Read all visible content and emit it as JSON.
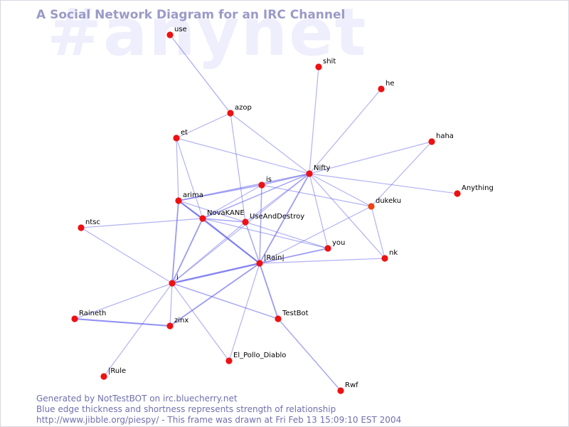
{
  "watermark": "#anynet",
  "title": "A Social Network Diagram for an IRC Channel",
  "colors": {
    "node": "#ee1111",
    "node_alt": "#ee4411",
    "edge": "#6666ee",
    "text_light": "#7070b0"
  },
  "nodes": [
    {
      "id": "use"
    },
    {
      "id": "shit"
    },
    {
      "id": "he"
    },
    {
      "id": "azop"
    },
    {
      "id": "et"
    },
    {
      "id": "haha"
    },
    {
      "id": "Nifty"
    },
    {
      "id": "is"
    },
    {
      "id": "Anything"
    },
    {
      "id": "arima"
    },
    {
      "id": "dukeku",
      "alt": true
    },
    {
      "id": "NovaKANE"
    },
    {
      "id": "UseAndDestroy"
    },
    {
      "id": "ntsc"
    },
    {
      "id": "you"
    },
    {
      "id": "nk"
    },
    {
      "id": "|Rain|"
    },
    {
      "id": "i"
    },
    {
      "id": "Raineth"
    },
    {
      "id": "TestBot"
    },
    {
      "id": "zinx"
    },
    {
      "id": "El_Pollo_Diablo"
    },
    {
      "id": "|Rule"
    },
    {
      "id": "Rwf"
    }
  ],
  "edges": [
    {
      "source": "use",
      "target": "azop",
      "weight": 1.2
    },
    {
      "source": "azop",
      "target": "et",
      "weight": 1
    },
    {
      "source": "azop",
      "target": "Nifty",
      "weight": 1
    },
    {
      "source": "azop",
      "target": "UseAndDestroy",
      "weight": 1
    },
    {
      "source": "et",
      "target": "Nifty",
      "weight": 1
    },
    {
      "source": "et",
      "target": "arima",
      "weight": 1
    },
    {
      "source": "et",
      "target": "NovaKANE",
      "weight": 1
    },
    {
      "source": "shit",
      "target": "Nifty",
      "weight": 1
    },
    {
      "source": "he",
      "target": "Nifty",
      "weight": 1
    },
    {
      "source": "haha",
      "target": "Nifty",
      "weight": 1
    },
    {
      "source": "haha",
      "target": "dukeku",
      "weight": 1
    },
    {
      "source": "Nifty",
      "target": "Anything",
      "weight": 1
    },
    {
      "source": "Nifty",
      "target": "is",
      "weight": 1.5
    },
    {
      "source": "Nifty",
      "target": "arima",
      "weight": 1.5
    },
    {
      "source": "Nifty",
      "target": "NovaKANE",
      "weight": 1.5
    },
    {
      "source": "Nifty",
      "target": "UseAndDestroy",
      "weight": 1
    },
    {
      "source": "Nifty",
      "target": "dukeku",
      "weight": 1
    },
    {
      "source": "Nifty",
      "target": "you",
      "weight": 1
    },
    {
      "source": "Nifty",
      "target": "nk",
      "weight": 1
    },
    {
      "source": "Nifty",
      "target": "|Rain|",
      "weight": 2
    },
    {
      "source": "Nifty",
      "target": "i",
      "weight": 1
    },
    {
      "source": "is",
      "target": "arima",
      "weight": 1.5
    },
    {
      "source": "is",
      "target": "NovaKANE",
      "weight": 1
    },
    {
      "source": "is",
      "target": "|Rain|",
      "weight": 1.5
    },
    {
      "source": "is",
      "target": "dukeku",
      "weight": 1
    },
    {
      "source": "arima",
      "target": "NovaKANE",
      "weight": 2
    },
    {
      "source": "arima",
      "target": "UseAndDestroy",
      "weight": 1
    },
    {
      "source": "arima",
      "target": "|Rain|",
      "weight": 2
    },
    {
      "source": "arima",
      "target": "i",
      "weight": 2
    },
    {
      "source": "NovaKANE",
      "target": "ntsc",
      "weight": 1
    },
    {
      "source": "NovaKANE",
      "target": "UseAndDestroy",
      "weight": 1.5
    },
    {
      "source": "NovaKANE",
      "target": "you",
      "weight": 1
    },
    {
      "source": "NovaKANE",
      "target": "|Rain|",
      "weight": 2
    },
    {
      "source": "NovaKANE",
      "target": "i",
      "weight": 2
    },
    {
      "source": "UseAndDestroy",
      "target": "|Rain|",
      "weight": 1.5
    },
    {
      "source": "UseAndDestroy",
      "target": "i",
      "weight": 1
    },
    {
      "source": "UseAndDestroy",
      "target": "you",
      "weight": 1
    },
    {
      "source": "dukeku",
      "target": "|Rain|",
      "weight": 1
    },
    {
      "source": "dukeku",
      "target": "nk",
      "weight": 1
    },
    {
      "source": "|Rain|",
      "target": "you",
      "weight": 2
    },
    {
      "source": "|Rain|",
      "target": "nk",
      "weight": 1
    },
    {
      "source": "|Rain|",
      "target": "i",
      "weight": 3
    },
    {
      "source": "|Rain|",
      "target": "zinx",
      "weight": 2
    },
    {
      "source": "|Rain|",
      "target": "TestBot",
      "weight": 2
    },
    {
      "source": "|Rain|",
      "target": "El_Pollo_Diablo",
      "weight": 1
    },
    {
      "source": "ntsc",
      "target": "i",
      "weight": 1
    },
    {
      "source": "i",
      "target": "Raineth",
      "weight": 1
    },
    {
      "source": "i",
      "target": "zinx",
      "weight": 1
    },
    {
      "source": "i",
      "target": "TestBot",
      "weight": 1.5
    },
    {
      "source": "i",
      "target": "El_Pollo_Diablo",
      "weight": 1
    },
    {
      "source": "i",
      "target": "|Rule",
      "weight": 1
    },
    {
      "source": "Raineth",
      "target": "zinx",
      "weight": 2.5
    },
    {
      "source": "TestBot",
      "target": "Rwf",
      "weight": 1.5
    }
  ],
  "footer": {
    "line1": "Generated by NotTestBOT on irc.bluecherry.net",
    "line2": "Blue edge thickness and shortness represents strength of relationship",
    "line3": "http://www.jibble.org/piespy/ - This frame was drawn at Fri Feb 13 15:09:10 EST 2004"
  }
}
